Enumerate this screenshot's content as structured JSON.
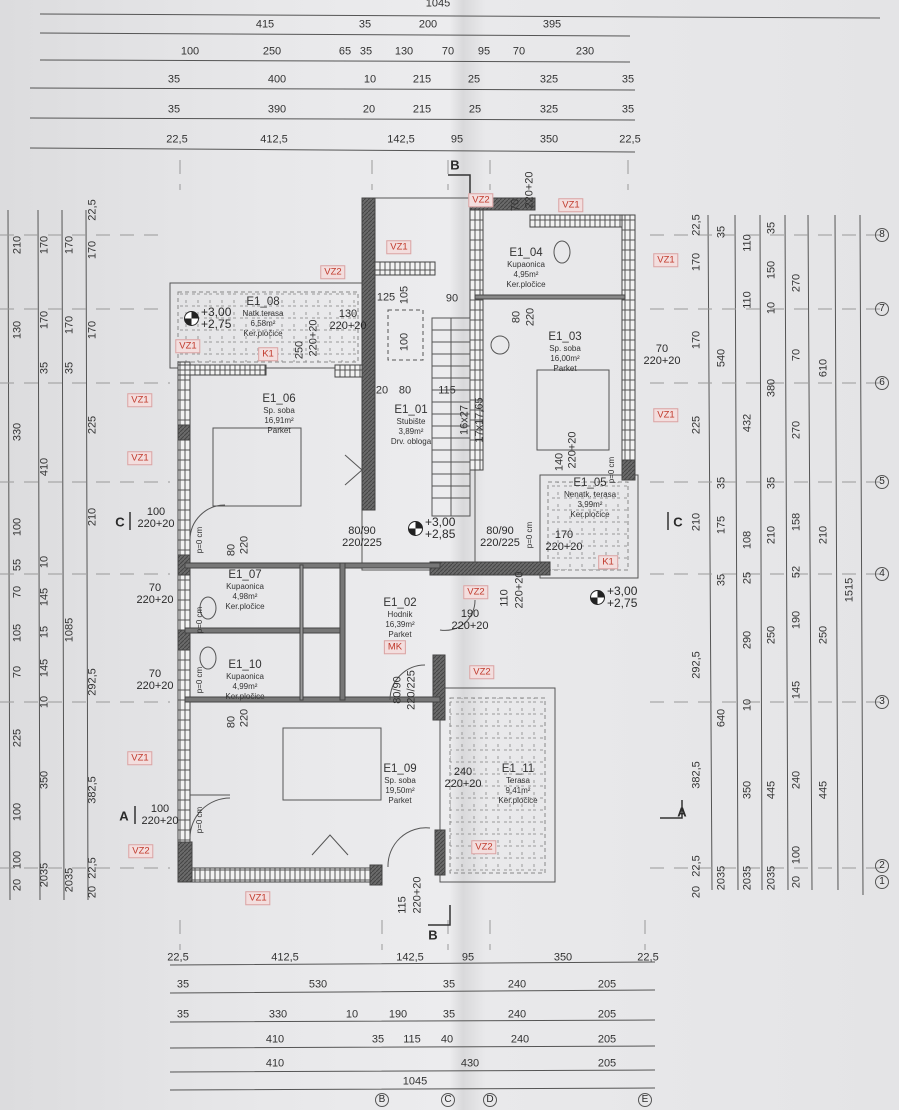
{
  "dimensions": {
    "top": [
      [
        "1045"
      ],
      [
        "415",
        "35",
        "200",
        "395"
      ],
      [
        "100",
        "250",
        "65",
        "35",
        "130",
        "70",
        "95",
        "70",
        "230"
      ],
      [
        "35",
        "400",
        "10",
        "215",
        "25",
        "325",
        "35"
      ],
      [
        "35",
        "390",
        "20",
        "215",
        "25",
        "325",
        "35"
      ],
      [
        "22,5",
        "412,5",
        "142,5",
        "95",
        "350",
        "22,5"
      ]
    ],
    "bottom": [
      [
        "22,5",
        "412,5",
        "142,5",
        "95",
        "350",
        "22,5"
      ],
      [
        "35",
        "530",
        "35",
        "240",
        "205"
      ],
      [
        "35",
        "330",
        "10",
        "190",
        "35",
        "240",
        "205"
      ],
      [
        "410",
        "35",
        "115",
        "40",
        "240",
        "205"
      ],
      [
        "410",
        "430",
        "205"
      ],
      [
        "1045"
      ]
    ],
    "left": [
      [
        "210",
        "130",
        "330",
        "100",
        "55",
        "70",
        "105",
        "70",
        "225",
        "100",
        "100",
        "20"
      ],
      [
        "170",
        "170",
        "35",
        "410",
        "10",
        "145",
        "15",
        "145",
        "10",
        "350",
        "2035"
      ],
      [
        "170",
        "170",
        "35",
        "1085",
        "2035"
      ],
      [
        "22,5",
        "170",
        "170",
        "225",
        "210",
        "292,5",
        "382,5",
        "22,5",
        "20"
      ]
    ],
    "right": [
      [
        "22,5",
        "170",
        "170",
        "225",
        "210",
        "292,5",
        "382,5",
        "22,5",
        "20"
      ],
      [
        "35",
        "540",
        "35",
        "175",
        "35",
        "640",
        "2035"
      ],
      [
        "110",
        "110",
        "432",
        "108",
        "25",
        "290",
        "10",
        "350",
        "2035"
      ],
      [
        "35",
        "150",
        "10",
        "380",
        "35",
        "210",
        "250",
        "445",
        "2035"
      ],
      [
        "270",
        "70",
        "270",
        "158",
        "52",
        "190",
        "145",
        "240",
        "100",
        "20"
      ],
      [
        "610",
        "210",
        "250",
        "445"
      ],
      [
        "1515"
      ]
    ]
  },
  "grid_axes": {
    "numbers": [
      "8",
      "7",
      "6",
      "5",
      "4",
      "3",
      "2",
      "1"
    ],
    "letters": [
      "B",
      "C",
      "D",
      "E"
    ]
  },
  "section_markers": [
    "B",
    "B",
    "C",
    "C",
    "A",
    "A"
  ],
  "rooms": [
    {
      "id": "E1_08",
      "name": "Natk.terasa",
      "area": "6,58m²",
      "floor": "Ker.pločice"
    },
    {
      "id": "E1_06",
      "name": "Sp. soba",
      "area": "16,91m²",
      "floor": "Parket"
    },
    {
      "id": "E1_01",
      "name": "Stubište",
      "area": "3,89m²",
      "floor": "Drv. obloga"
    },
    {
      "id": "E1_04",
      "name": "Kupaonica",
      "area": "4,95m²",
      "floor": "Ker.pločice"
    },
    {
      "id": "E1_03",
      "name": "Sp. soba",
      "area": "16,00m²",
      "floor": "Parket"
    },
    {
      "id": "E1_05",
      "name": "Nenatk. terasa",
      "area": "3,99m²",
      "floor": "Ker.pločice"
    },
    {
      "id": "E1_07",
      "name": "Kupaonica",
      "area": "4,98m²",
      "floor": "Ker.pločice"
    },
    {
      "id": "E1_02",
      "name": "Hodnik",
      "area": "16,39m²",
      "floor": "Parket"
    },
    {
      "id": "E1_10",
      "name": "Kupaonica",
      "area": "4,99m²",
      "floor": "Ker.pločice"
    },
    {
      "id": "E1_09",
      "name": "Sp. soba",
      "area": "19,50m²",
      "floor": "Parket"
    },
    {
      "id": "E1_11",
      "name": "Terasa",
      "area": "9,41m²",
      "floor": "Ker.pločice"
    }
  ],
  "tags": [
    "VZ2",
    "VZ1",
    "VZ2",
    "VZ1",
    "VZ1",
    "VZ1",
    "K1",
    "VZ1",
    "VZ1",
    "VZ1",
    "K1",
    "VZ2",
    "MK",
    "VZ2",
    "VZ1",
    "VZ2",
    "VZ2",
    "VZ1"
  ],
  "openings": [
    {
      "w": "100",
      "h": "220+20"
    },
    {
      "w": "70",
      "h": "220+20"
    },
    {
      "w": "70",
      "h": "220+20"
    },
    {
      "w": "100",
      "h": "220+20"
    },
    {
      "w": "130",
      "h": "220+20"
    },
    {
      "w": "70",
      "h": "220+20"
    },
    {
      "w": "170",
      "h": "220+20"
    },
    {
      "w": "190",
      "h": "220+20"
    },
    {
      "w": "240",
      "h": "220+20"
    },
    {
      "w": "80/90",
      "h": "220/225"
    },
    {
      "w": "80/90",
      "h": "220/225"
    }
  ],
  "rotated_labels": [
    "250",
    "220+20",
    "105",
    "100",
    "16x27",
    "17x17,65",
    "80",
    "220",
    "140",
    "220+20",
    "110",
    "220+20",
    "80",
    "220",
    "80",
    "220",
    "80/90",
    "220/225",
    "115",
    "220+20",
    "70",
    "220+20"
  ],
  "inner_dims": [
    "125",
    "90",
    "20",
    "80",
    "115"
  ],
  "floor_finish_marks": [
    "p=0 cm",
    "p=0 cm",
    "p=0 cm",
    "p=0 cm",
    "p=0 cm",
    "p=0 cm"
  ],
  "levels": [
    {
      "top": "+3,00",
      "bottom": "+2,75"
    },
    {
      "top": "+3,00",
      "bottom": "+2,85"
    },
    {
      "top": "+3,00",
      "bottom": "+2,75"
    }
  ],
  "colors": {
    "paper": "#e6e6e8",
    "wall_dark": "#5a5a5a",
    "line": "#444444",
    "tag": "#c0392b"
  }
}
